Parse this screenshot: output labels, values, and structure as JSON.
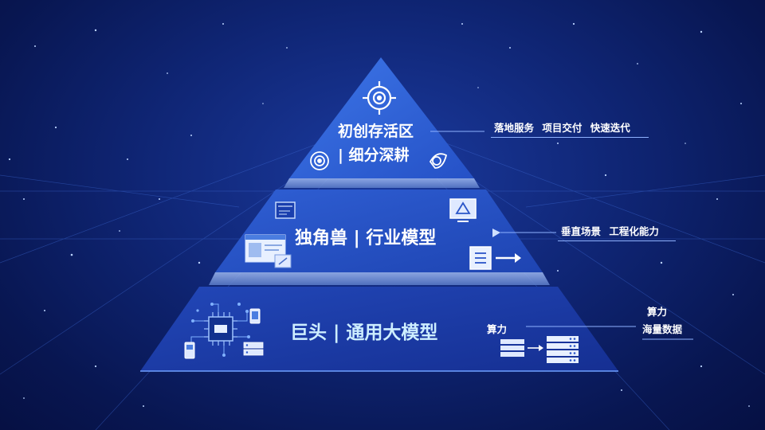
{
  "diagram": {
    "tiers": [
      {
        "level": "top",
        "title_line1": "初创存活区",
        "title_line2": "| 细分深耕",
        "annotation": "落地服务  项目交付  快速迭代",
        "icons": [
          "target-icon",
          "concentric-circle-icon",
          "shield-icon"
        ]
      },
      {
        "level": "middle",
        "title": "独角兽 | 行业模型",
        "annotation": "垂直场景  工程化能力",
        "icons": [
          "browser-window-icon",
          "web-layout-icon",
          "monitor-icon",
          "document-icon",
          "arrow-right-icon"
        ]
      },
      {
        "level": "bottom",
        "title": "巨头 | 通用大模型",
        "annotation_left": "算力",
        "annotation_right_line1": "算力",
        "annotation_right_line2": "海量数据",
        "icons": [
          "chip-icon",
          "server-icon",
          "phone-icon",
          "data-flow-icon"
        ]
      }
    ],
    "colors": {
      "background": "#0f2574",
      "top_tier": "#2f63d6",
      "middle_tier": "#2650c4",
      "bottom_tier": "#1a3aa8",
      "accent_line": "#8fb2ff"
    }
  }
}
